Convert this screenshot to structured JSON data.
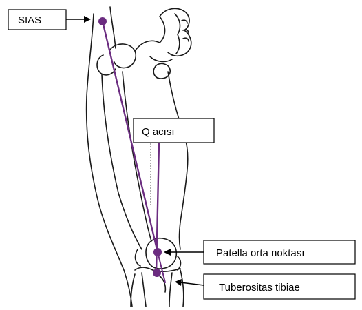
{
  "labels": {
    "sias": "SIAS",
    "q_angle": "Q acısı",
    "patella_mid": "Patella orta noktası",
    "tibial_tuberosity": "Tuberositas tibiae"
  },
  "colors": {
    "measurement_line": "#6b2c80",
    "anatomy_outline": "#1a1a1a",
    "label_border": "#000000",
    "background": "#ffffff"
  }
}
